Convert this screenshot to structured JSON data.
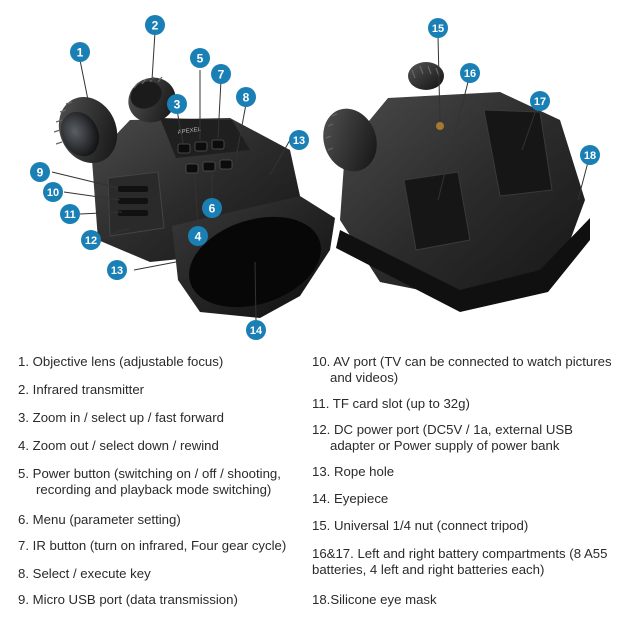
{
  "brand": "APEXEL",
  "callouts": [
    "1",
    "2",
    "3",
    "4",
    "5",
    "6",
    "7",
    "8",
    "9",
    "10",
    "11",
    "12",
    "13",
    "13",
    "14",
    "15",
    "16",
    "17",
    "18"
  ],
  "callout_color": "#1a7fb4",
  "legend": {
    "left": [
      "1. Objective lens (adjustable focus)",
      "2. Infrared transmitter",
      "3. Zoom in / select up / fast forward",
      "4. Zoom out / select down / rewind",
      "5. Power button (switching on / off / shooting, recording and playback mode switching)",
      "6. Menu (parameter setting)",
      "7. IR button (turn on infrared, Four gear cycle)",
      "8. Select / execute key",
      "9. Micro USB port (data transmission)"
    ],
    "right": [
      "10. AV port (TV can be connected to watch pictures and videos)",
      "11. TF card slot (up to 32g)",
      "12. DC power port (DC5V / 1a, external USB adapter or Power supply of power bank",
      "13. Rope hole",
      "14. Eyepiece",
      "15. Universal 1/4 nut (connect tripod)",
      "16&17. Left and right battery compartments (8 A55 batteries, 4 left and right batteries each)",
      "18.Silicone eye mask"
    ]
  }
}
